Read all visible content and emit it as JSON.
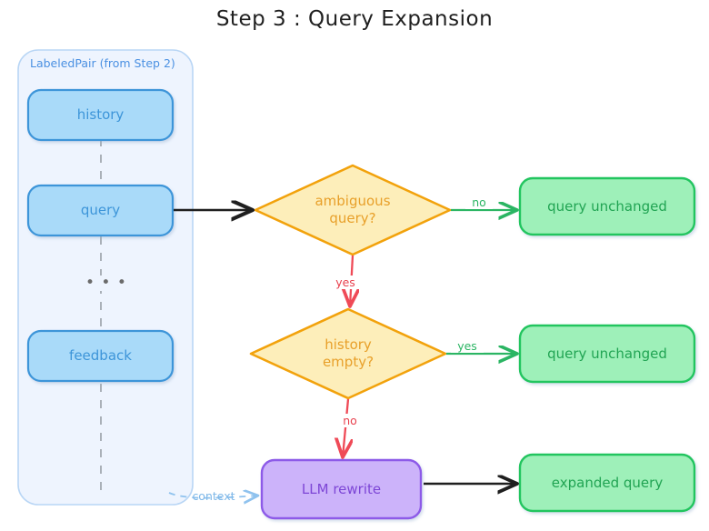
{
  "title": "Step 3 : Query Expansion",
  "cluster": {
    "label": "LabeledPair (from Step 2)",
    "items": [
      {
        "label": "history"
      },
      {
        "label": "query"
      },
      {
        "label": "feedback"
      }
    ],
    "ellipsis": "• • •"
  },
  "decisions": [
    {
      "line1": "ambiguous",
      "line2": "query?"
    },
    {
      "line1": "history",
      "line2": "empty?"
    }
  ],
  "process": {
    "label": "LLM rewrite"
  },
  "outcomes": [
    {
      "label": "query unchanged"
    },
    {
      "label": "query unchanged"
    },
    {
      "label": "expanded query"
    }
  ],
  "edge_labels": {
    "d1_no": "no",
    "d1_yes": "yes",
    "d2_yes": "yes",
    "d2_no": "no",
    "context": "context"
  },
  "colors": {
    "blue_fill": "#a9daf9",
    "blue_stroke": "#3d95d9",
    "cluster_fill": "#eef4fe",
    "cluster_stroke": "#b9d6f5",
    "yellow_fill": "#fdeeba",
    "orange_stroke": "#f2a20c",
    "green_fill": "#9ef0b9",
    "green_stroke": "#22c55e",
    "purple_fill": "#ccb3fa",
    "purple_stroke": "#8d5ae8",
    "red_edge": "#ef4a57",
    "green_edge": "#2bb563",
    "black_edge": "#1f1f1f",
    "dashed_gray": "#9aa0a6"
  }
}
